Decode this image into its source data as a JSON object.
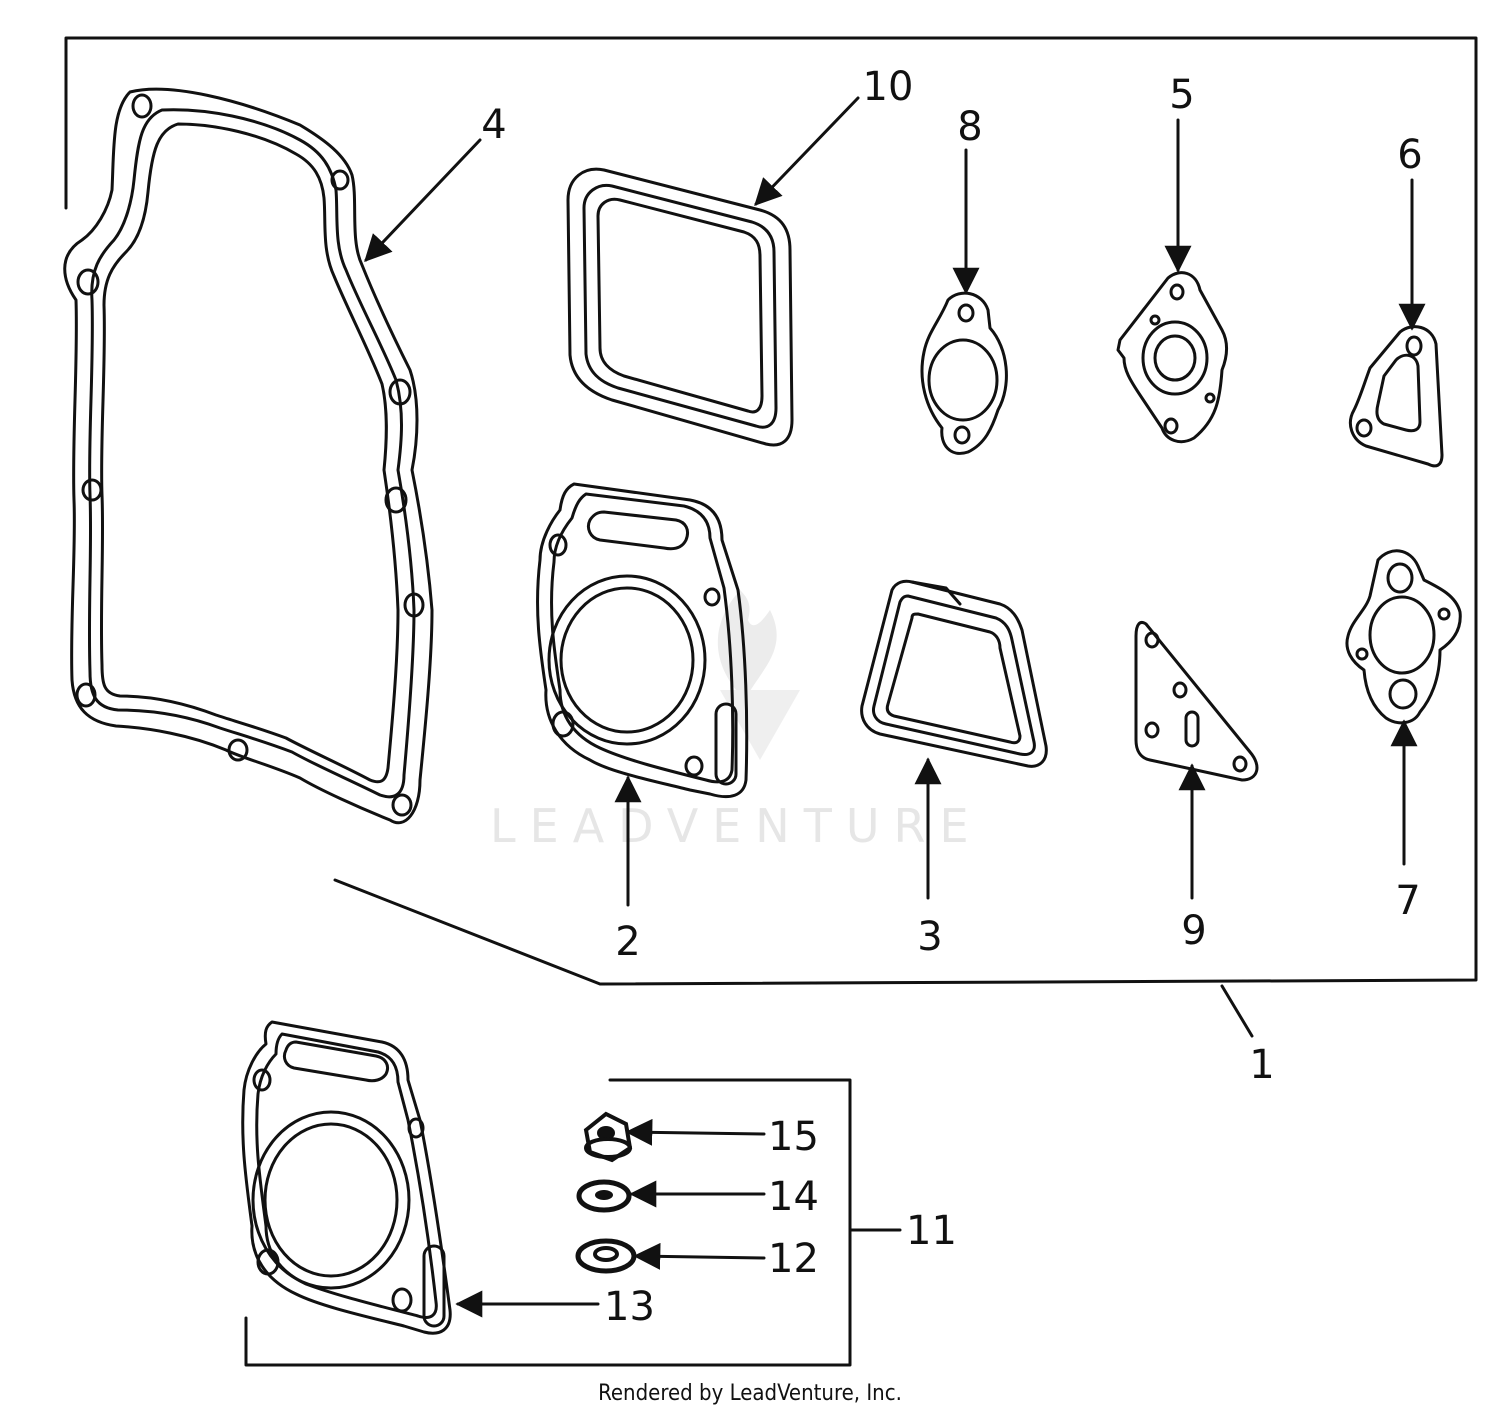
{
  "callouts": [
    "1",
    "2",
    "3",
    "4",
    "5",
    "6",
    "7",
    "8",
    "9",
    "10",
    "11",
    "12",
    "13",
    "14",
    "15"
  ],
  "watermark": "LEADVENTURE",
  "footer": "Rendered by LeadVenture, Inc.",
  "colors": {
    "ink": "#111111",
    "watermark": "#e6e6e6",
    "background": "#ffffff"
  }
}
